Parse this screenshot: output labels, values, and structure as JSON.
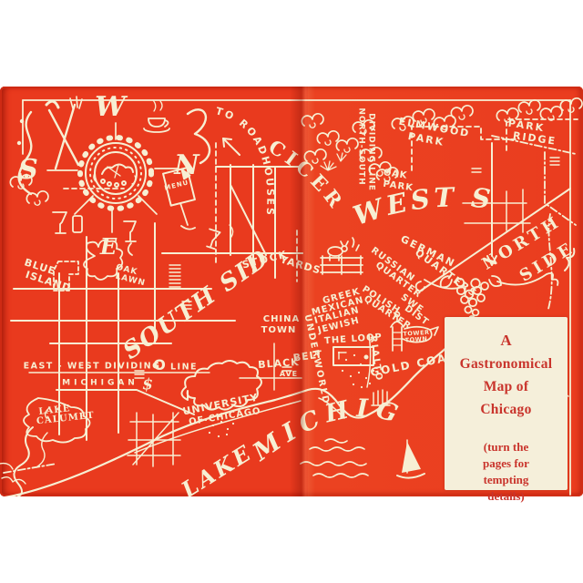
{
  "colors": {
    "cover_red": "#e93a1e",
    "cover_red_dark": "#b72112",
    "line_cream": "#f7efd3",
    "panel_bg": "#f5efda",
    "panel_text": "#c9342c"
  },
  "compass": {
    "west": "W",
    "south": "S",
    "north": "N",
    "east": "E"
  },
  "decor": {
    "menu_card": "MENU"
  },
  "labels": {
    "to_roadhouses": "TO ROADHOUSES",
    "cicero": "CICERO",
    "north_south": "NORTH-SOUTH",
    "dividing_line": "DIVIDING LINE",
    "elmwood": "ELMWOOD",
    "elmwood_park": "PARK",
    "park_ridge_1": "PARK",
    "park_ridge_2": "RIDGE",
    "oak_park_1": "OAK",
    "oak_park_2": "PARK",
    "west_side": "WEST SIDE",
    "german_1": "GERMAN",
    "german_2": "QUARTERS",
    "russian_1": "RUSSIAN",
    "russian_2": "QUARTER",
    "north_side_1": "NORTH",
    "north_side_2": "SIDE",
    "blue_island_1": "BLUE",
    "blue_island_2": "ISLAND",
    "oak_lawn_1": "OAK",
    "oak_lawn_2": "LAWN",
    "stock": "STOCK",
    "yards": "YARDS",
    "south_side": "SOUTH SIDE",
    "china_1": "CHINA",
    "china_2": "TOWN",
    "greek": "GREEK",
    "mexican": "MEXICAN",
    "italian": "ITALIAN",
    "jewish": "JEWISH",
    "polish_1": "POLISH",
    "polish_2": "QUARTER",
    "swedish_1": "SWE",
    "swedish_2": "DIST",
    "the_loop": "THE LOOP",
    "underworld": "UNDERWORLD",
    "rialto": "RIALTO",
    "tower_1": "TOWER",
    "tower_2": "TOWN",
    "gold_coast": "GOLD COAST",
    "black": "BLACK",
    "belt": "BELT",
    "ave": "AVE",
    "east_west": "EAST - WEST DIVIDING",
    "east_west_o": "O",
    "east_west_line": "LINE",
    "michigan_ave": "MICHIGAN",
    "michigan_s": "$",
    "lake_calumet_1": "LAKE",
    "lake_calumet_2": "CALUMET",
    "university_1": "UNIVERSITY",
    "university_2": "OF CHICAGO",
    "lake_word": "LAKE",
    "michigan_word": "MICHIGAN"
  },
  "panel": {
    "title": [
      "A",
      "Gastronomical",
      "Map of",
      "Chicago"
    ],
    "note": [
      "(turn the",
      "pages for",
      "tempting",
      "details)"
    ]
  }
}
